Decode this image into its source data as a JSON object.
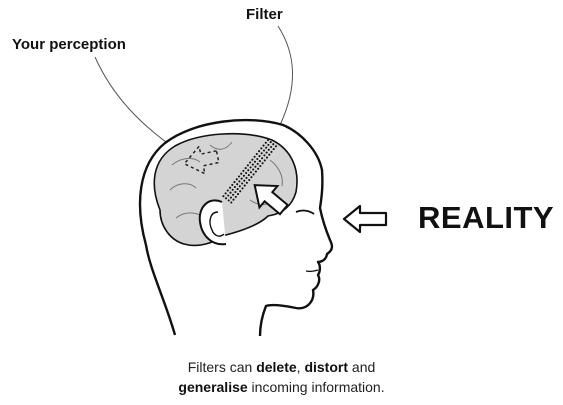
{
  "labels": {
    "perception": "Your perception",
    "filter": "Filter",
    "reality": "REALITY"
  },
  "caption": {
    "line1_prefix": "Filters can ",
    "word_delete": "delete",
    "sep1": ", ",
    "word_distort": "distort",
    "line1_suffix": " and",
    "word_generalise": "generalise",
    "line2_suffix": " incoming information."
  },
  "colors": {
    "outline": "#111111",
    "brain_fill": "#d4d4d4",
    "background": "#ffffff"
  },
  "icons": {
    "reality_arrow": "left-arrow-outline",
    "filter_arrow": "diagonal-arrow-outline",
    "perception_arrow": "dashed-arrow-outline",
    "filter_grid": "dot-grid"
  }
}
